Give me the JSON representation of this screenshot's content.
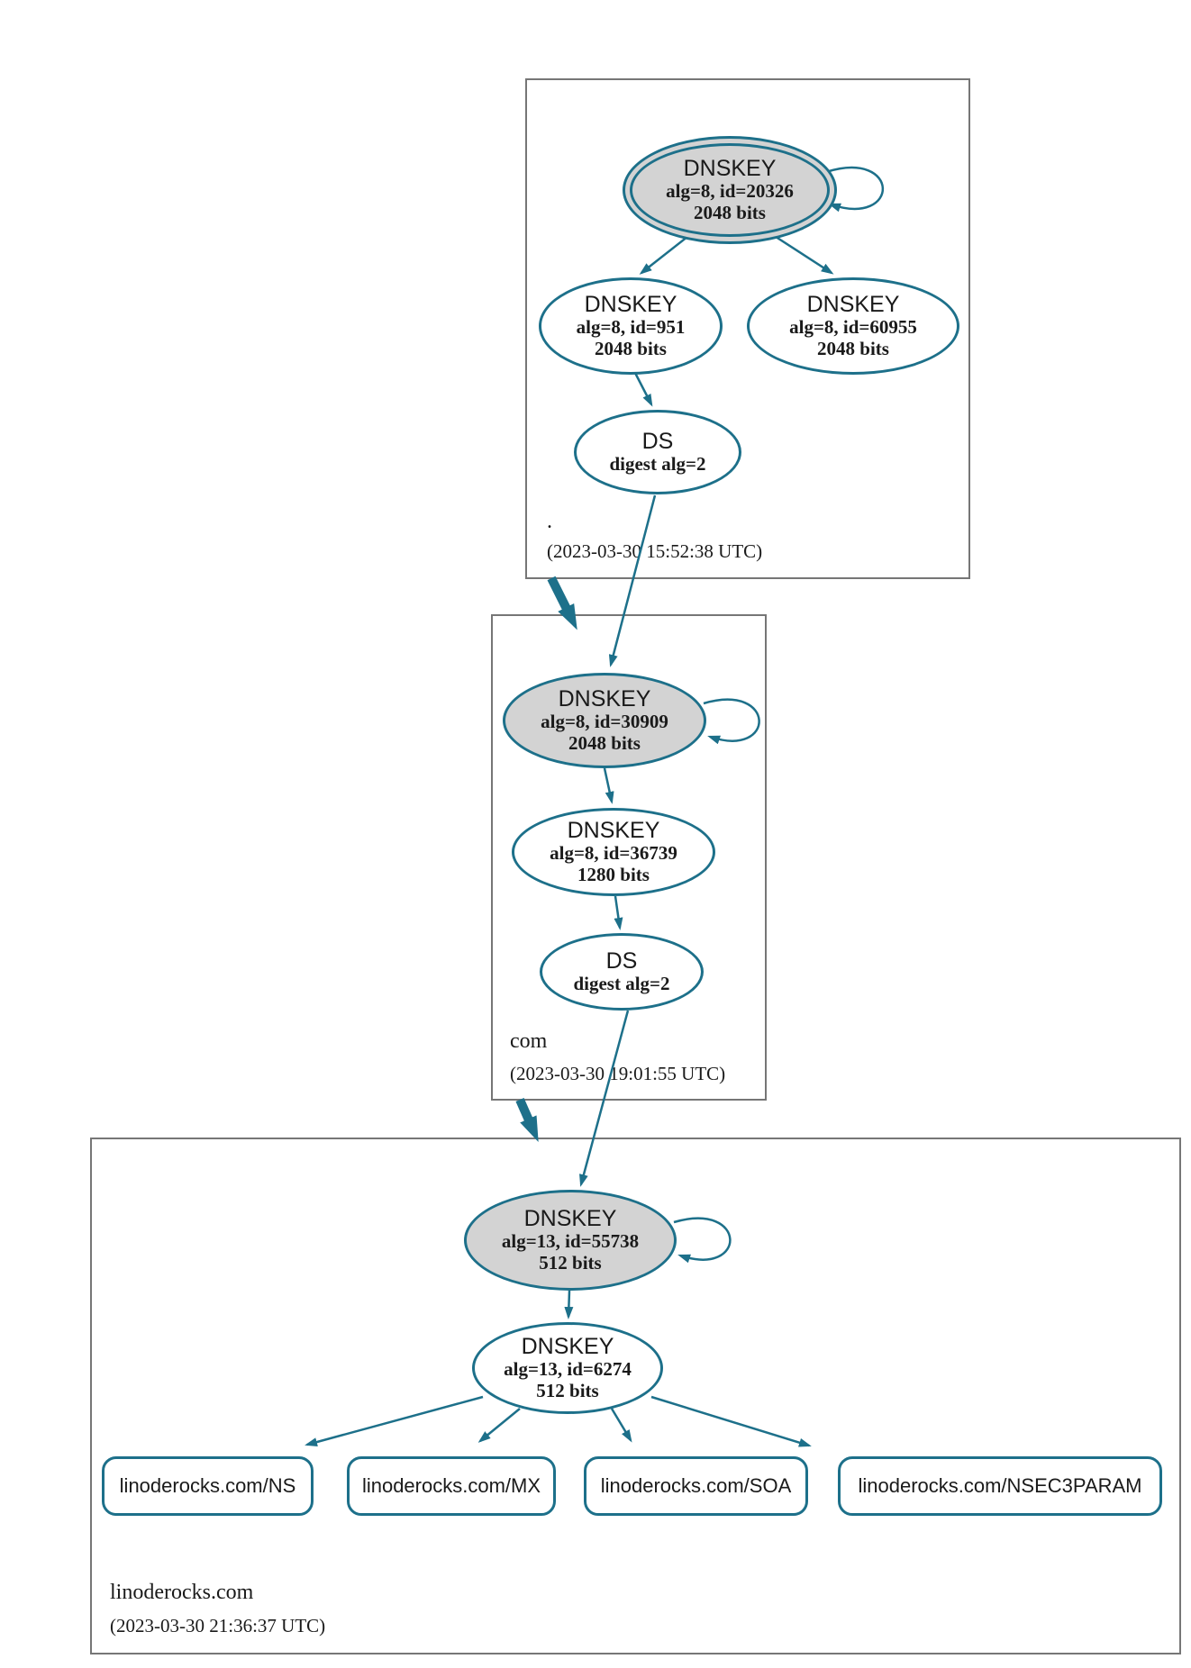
{
  "colors": {
    "edge": "#1d708a",
    "ksk_fill": "#d3d3d3",
    "node_fill": "#ffffff",
    "zone_border": "#767676",
    "text": "#1a1a1a"
  },
  "zones": [
    {
      "label": ".",
      "timestamp": "(2023-03-30 15:52:38 UTC)",
      "ksk": {
        "title": "DNSKEY",
        "params": "alg=8, id=20326",
        "bits": "2048 bits"
      },
      "zsk1": {
        "title": "DNSKEY",
        "params": "alg=8, id=951",
        "bits": "2048 bits"
      },
      "zsk2": {
        "title": "DNSKEY",
        "params": "alg=8, id=60955",
        "bits": "2048 bits"
      },
      "ds": {
        "title": "DS",
        "params": "digest alg=2"
      }
    },
    {
      "label": "com",
      "timestamp": "(2023-03-30 19:01:55 UTC)",
      "ksk": {
        "title": "DNSKEY",
        "params": "alg=8, id=30909",
        "bits": "2048 bits"
      },
      "zsk": {
        "title": "DNSKEY",
        "params": "alg=8, id=36739",
        "bits": "1280 bits"
      },
      "ds": {
        "title": "DS",
        "params": "digest alg=2"
      }
    },
    {
      "label": "linoderocks.com",
      "timestamp": "(2023-03-30 21:36:37 UTC)",
      "ksk": {
        "title": "DNSKEY",
        "params": "alg=13, id=55738",
        "bits": "512 bits"
      },
      "zsk": {
        "title": "DNSKEY",
        "params": "alg=13, id=6274",
        "bits": "512 bits"
      },
      "rrsets": [
        {
          "label": "linoderocks.com/NS"
        },
        {
          "label": "linoderocks.com/MX"
        },
        {
          "label": "linoderocks.com/SOA"
        },
        {
          "label": "linoderocks.com/NSEC3PARAM"
        }
      ]
    }
  ]
}
